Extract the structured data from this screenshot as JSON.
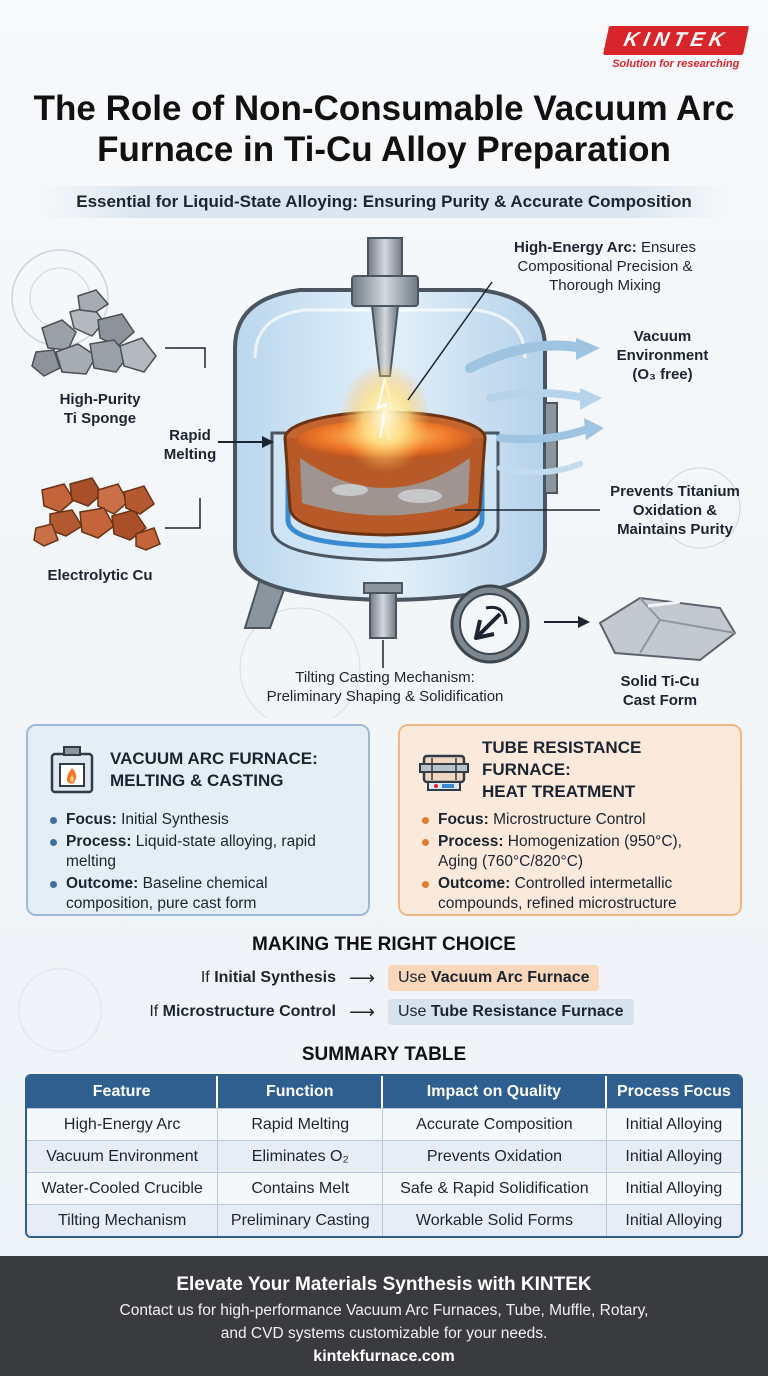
{
  "brand": {
    "name": "KINTEK",
    "tagline": "Solution for researching"
  },
  "title": "The Role of Non-Consumable Vacuum Arc Furnace in Ti-Cu Alloy Preparation",
  "subtitle": "Essential for Liquid-State Alloying: Ensuring Purity & Accurate Composition",
  "diagram": {
    "arc": {
      "bold": "High-Energy Arc:",
      "text1": " Ensures",
      "text2": "Compositional Precision &",
      "text3": "Thorough Mixing"
    },
    "vacuum": {
      "line1": "Vacuum",
      "line2": "Environment",
      "line3": "(O₃ free)"
    },
    "ti": {
      "line1": "High-Purity",
      "line2": "Ti Sponge"
    },
    "rapid": {
      "line1": "Rapid",
      "line2": "Melting"
    },
    "prevents": {
      "line1": "Prevents Titanium",
      "line2": "Oxidation &",
      "line3": "Maintains Purity"
    },
    "cu": "Electrolytic Cu",
    "tilting": {
      "line1": "Tilting Casting Mechanism:",
      "line2": "Preliminary Shaping & Solidification"
    },
    "solid": {
      "line1": "Solid Ti-Cu",
      "line2": "Cast Form"
    }
  },
  "cards": {
    "vacuum": {
      "title1": "VACUUM ARC FURNACE:",
      "title2": "MELTING & CASTING",
      "items": [
        {
          "key": "Focus:",
          "val": " Initial Synthesis"
        },
        {
          "key": "Process:",
          "val": " Liquid-state alloying, rapid melting"
        },
        {
          "key": "Outcome:",
          "val": " Baseline chemical composition, pure cast form"
        }
      ]
    },
    "tube": {
      "title1": "TUBE RESISTANCE FURNACE:",
      "title2": "HEAT TREATMENT",
      "items": [
        {
          "key": "Focus:",
          "val": " Microstructure Control"
        },
        {
          "key": "Process:",
          "val": " Homogenization (950°C), Aging (760°C/820°C)"
        },
        {
          "key": "Outcome:",
          "val": " Controlled intermetallic compounds, refined microstructure"
        }
      ]
    }
  },
  "choice": {
    "heading": "MAKING THE RIGHT CHOICE",
    "row1": {
      "if": "If ",
      "cond": "Initial Synthesis",
      "use": "Use ",
      "target": "Vacuum Arc Furnace"
    },
    "row2": {
      "if": "If ",
      "cond": "Microstructure Control",
      "use": "Use ",
      "target": "Tube Resistance Furnace"
    }
  },
  "summary": {
    "heading": "SUMMARY TABLE",
    "headers": [
      "Feature",
      "Function",
      "Impact on Quality",
      "Process Focus"
    ],
    "rows": [
      [
        "High-Energy Arc",
        "Rapid Melting",
        "Accurate Composition",
        "Initial Alloying"
      ],
      [
        "Vacuum Environment",
        "Eliminates O₂",
        "Prevents Oxidation",
        "Initial Alloying"
      ],
      [
        "Water-Cooled Crucible",
        "Contains Melt",
        "Safe & Rapid Solidification",
        "Initial Alloying"
      ],
      [
        "Tilting Mechanism",
        "Preliminary Casting",
        "Workable Solid Forms",
        "Initial Alloying"
      ]
    ]
  },
  "footer": {
    "heading": "Elevate Your Materials Synthesis with KINTEK",
    "line1": "Contact us for high-performance Vacuum Arc Furnaces, Tube, Muffle, Rotary,",
    "line2": "and CVD systems customizable for your needs.",
    "url": "kintekfurnace.com"
  },
  "colors": {
    "brand": "#d8242b",
    "table_header": "#2f5f8f",
    "card_blue": "#e4eef7",
    "card_orange": "#fbeadc",
    "footer": "#3a3b3f"
  }
}
